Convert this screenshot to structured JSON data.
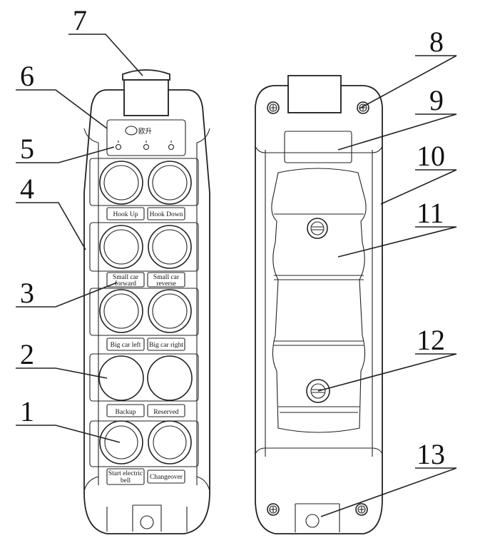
{
  "callouts": [
    "1",
    "2",
    "3",
    "4",
    "5",
    "6",
    "7",
    "8",
    "9",
    "10",
    "11",
    "12",
    "13"
  ],
  "brand": "欧升",
  "button_labels": {
    "hook_up": "Hook Up",
    "hook_down": "Hook Down",
    "small_car_forward_1": "Small car",
    "small_car_forward_2": "forward",
    "small_car_reverse_1": "Small car",
    "small_car_reverse_2": "reverse",
    "big_car_left": "Big car left",
    "big_car_right": "Big car right",
    "backup": "Backup",
    "reserved": "Reserved",
    "start_bell_1": "Start electric",
    "start_bell_2": "bell",
    "changeover": "Changeover"
  }
}
